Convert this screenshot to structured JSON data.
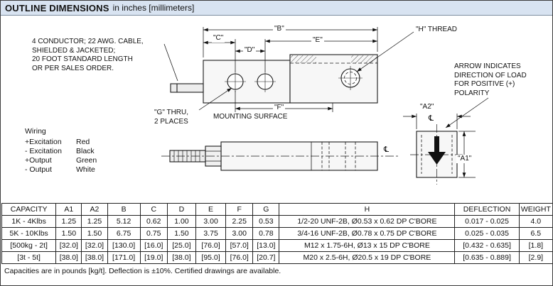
{
  "header": {
    "title": "OUTLINE DIMENSIONS",
    "subtitle": "in inches [millimeters]"
  },
  "colors": {
    "header_bg": "#d8e3f1",
    "line": "#1a1a1a"
  },
  "drawing": {
    "notes": {
      "cable": [
        "4 CONDUCTOR; 22 AWG. CABLE,",
        "SHIELDED & JACKETED;",
        "20 FOOT STANDARD LENGTH",
        "OR PER SALES ORDER."
      ],
      "g_thru": [
        "\"G\" THRU,",
        "2 PLACES"
      ],
      "mounting_surface": "MOUNTING SURFACE",
      "h_thread": "\"H\" THREAD",
      "load_arrow": [
        "ARROW INDICATES",
        "DIRECTION OF LOAD",
        "FOR POSITIVE (+)",
        "POLARITY"
      ]
    },
    "dims": {
      "b": "\"B\"",
      "c": "\"C\"",
      "d": "\"D\"",
      "e": "\"E\"",
      "f": "\"F\"",
      "a1": "\"A1\"",
      "a2": "\"A2\""
    },
    "symbols": {
      "centerline": "℄"
    },
    "wiring": {
      "title": "Wiring",
      "rows": [
        {
          "label": "+Excitation",
          "color": "Red"
        },
        {
          "label": "- Excitation",
          "color": "Black"
        },
        {
          "label": "+Output",
          "color": "Green"
        },
        {
          "label": "- Output",
          "color": "White"
        }
      ]
    }
  },
  "table": {
    "headers": [
      "CAPACITY",
      "A1",
      "A2",
      "B",
      "C",
      "D",
      "E",
      "F",
      "G",
      "H",
      "DEFLECTION",
      "WEIGHT"
    ],
    "rows": [
      [
        "1K - 4Klbs",
        "1.25",
        "1.25",
        "5.12",
        "0.62",
        "1.00",
        "3.00",
        "2.25",
        "0.53",
        "1/2-20 UNF-2B, Ø0.53 x 0.62 DP C'BORE",
        "0.017 - 0.025",
        "4.0"
      ],
      [
        "5K - 10Klbs",
        "1.50",
        "1.50",
        "6.75",
        "0.75",
        "1.50",
        "3.75",
        "3.00",
        "0.78",
        "3/4-16 UNF-2B, Ø0.78 x 0.75 DP C'BORE",
        "0.025 - 0.035",
        "6.5"
      ],
      [
        "[500kg - 2t]",
        "[32.0]",
        "[32.0]",
        "[130.0]",
        "[16.0]",
        "[25.0]",
        "[76.0]",
        "[57.0]",
        "[13.0]",
        "M12 x 1.75-6H, Ø13 x 15 DP C'BORE",
        "[0.432 - 0.635]",
        "[1.8]"
      ],
      [
        "[3t - 5t]",
        "[38.0]",
        "[38.0]",
        "[171.0]",
        "[19.0]",
        "[38.0]",
        "[95.0]",
        "[76.0]",
        "[20.7]",
        "M20 x 2.5-6H, Ø20.5 x 19 DP C'BORE",
        "[0.635 - 0.889]",
        "[2.9]"
      ]
    ]
  },
  "footnote": "Capacities are in pounds [kg/t]. Deflection is ±10%. Certified drawings are available."
}
